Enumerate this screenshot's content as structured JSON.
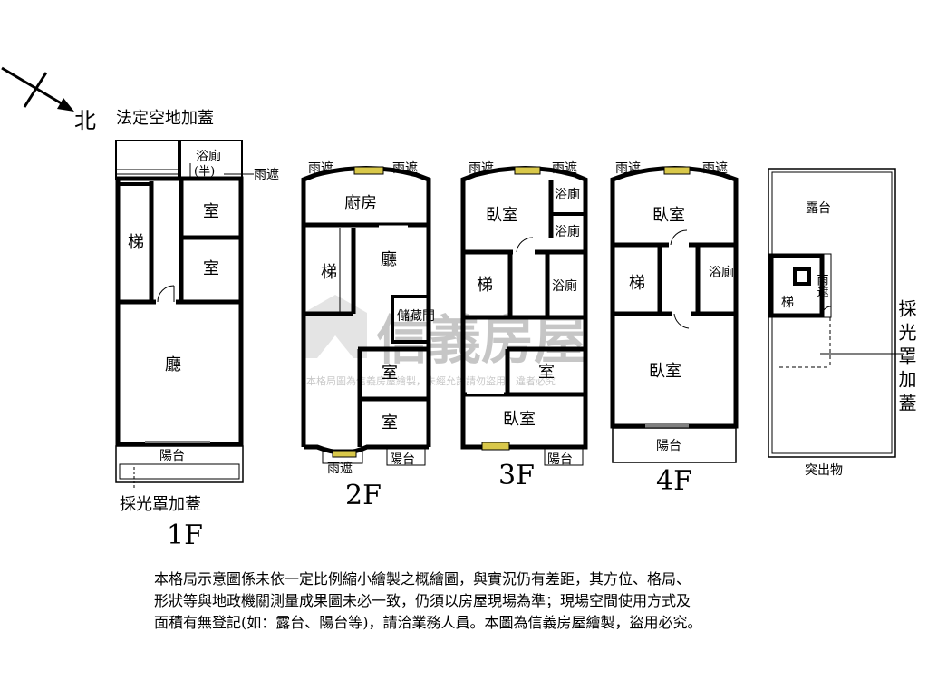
{
  "compass": {
    "north_label": "北"
  },
  "floor1": {
    "label": "1F",
    "annex_label": "法定空地加蓋",
    "bath_label": "浴廁",
    "bath_half_label": "(半)",
    "rain_shelter_label": "雨遮",
    "stairs_label": "梯",
    "room_label": "室",
    "living_label": "廳",
    "balcony_label": "陽台",
    "skylight_label": "採光罩加蓋"
  },
  "floor2": {
    "label": "2F",
    "rain_shelter_label": "雨遮",
    "kitchen_label": "廚房",
    "stairs_label": "梯",
    "living_label": "廳",
    "storage_label": "儲藏間",
    "room_label": "室",
    "balcony_label": "陽台"
  },
  "floor3": {
    "label": "3F",
    "rain_shelter_label": "雨遮",
    "bedroom_label": "臥室",
    "bath_label": "浴廁",
    "stairs_label": "梯",
    "room_label": "室",
    "balcony_label": "陽台"
  },
  "floor4": {
    "label": "4F",
    "rain_shelter_label": "雨遮",
    "bedroom_label": "臥室",
    "stairs_label": "梯",
    "bath_label": "浴廁",
    "balcony_label": "陽台"
  },
  "rooftop": {
    "label": "突出物",
    "terrace_label": "露台",
    "stairs_label": "梯",
    "rain_shelter_label": "雨遮",
    "skylight_label": "採光罩加蓋"
  },
  "watermark": {
    "title": "信義房屋",
    "subtitle": "本格局圖為信義房屋繪製，未經允許請勿盜用，違者必究"
  },
  "disclaimer": {
    "line1": "本格局示意圖係未依一定比例縮小繪製之概繪圖，與實況仍有差距，其方位、格局、",
    "line2": "形狀等與地政機關測量成果圖未必一致，仍須以房屋現場為準；現場空間使用方式及",
    "line3": "面積有無登記(如：露台、陽台等)，請洽業務人員。本圖為信義房屋繪製，盜用必究。"
  }
}
